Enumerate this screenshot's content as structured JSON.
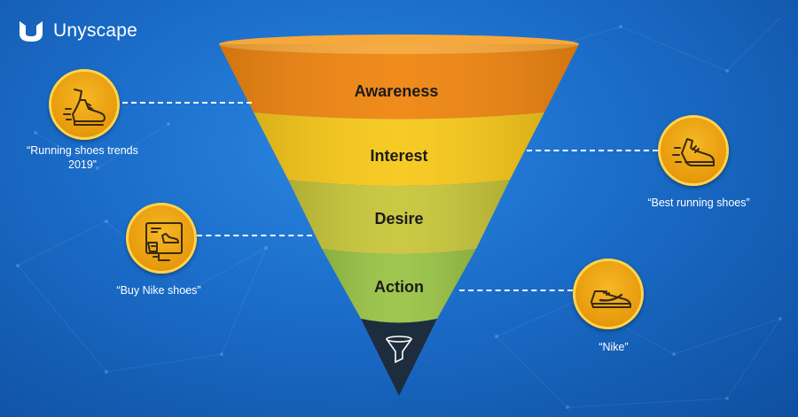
{
  "brand": {
    "name": "Unyscape",
    "logo_icon": "unyscape-logo-icon"
  },
  "funnel": {
    "stages": [
      {
        "label": "Awareness",
        "color": "#f08a12"
      },
      {
        "label": "Interest",
        "color": "#f7c91a"
      },
      {
        "label": "Desire",
        "color": "#c9c83a"
      },
      {
        "label": "Action",
        "color": "#9cc548"
      }
    ],
    "tip_icon": "funnel-icon",
    "tip_color": "#1e2d3d"
  },
  "examples": [
    {
      "stage": "Awareness",
      "text": "“Running shoes trends 2019”",
      "icon": "running-foot-icon"
    },
    {
      "stage": "Interest",
      "text": "“Best running shoes”",
      "icon": "running-shoe-icon"
    },
    {
      "stage": "Desire",
      "text": "“Buy Nike shoes”",
      "icon": "shoe-display-icon"
    },
    {
      "stage": "Action",
      "text": "“Nike”",
      "icon": "nike-shoe-icon"
    }
  ],
  "colors": {
    "background": "#1a6cc8",
    "badge": "#e79a0c",
    "badge_ring": "#ffd44d"
  }
}
